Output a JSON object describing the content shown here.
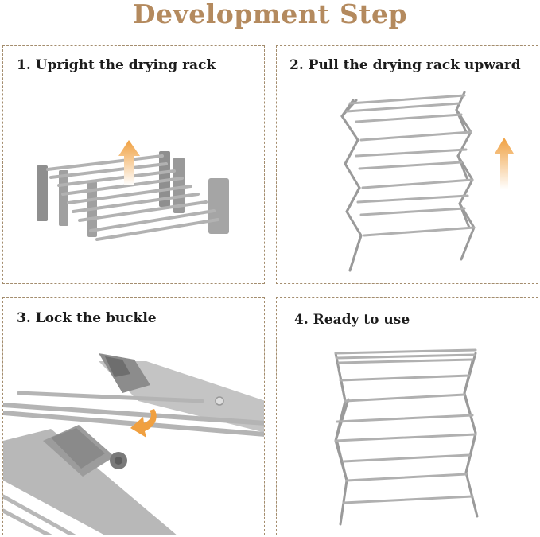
{
  "header": {
    "title": "Development Step"
  },
  "steps": [
    {
      "label": "1. Upright the drying rack"
    },
    {
      "label": "2. Pull the drying rack upward"
    },
    {
      "label": "3. Lock the buckle"
    },
    {
      "label": "4. Ready to use"
    }
  ],
  "colors": {
    "title": "#b48a5e",
    "border": "#a48d6e",
    "rack": "#9a9a9a",
    "arrow_top": "#f0a040",
    "arrow_bottom": "#ffffff"
  },
  "icons": [
    "up-arrow-icon",
    "rotate-arrow-icon"
  ]
}
